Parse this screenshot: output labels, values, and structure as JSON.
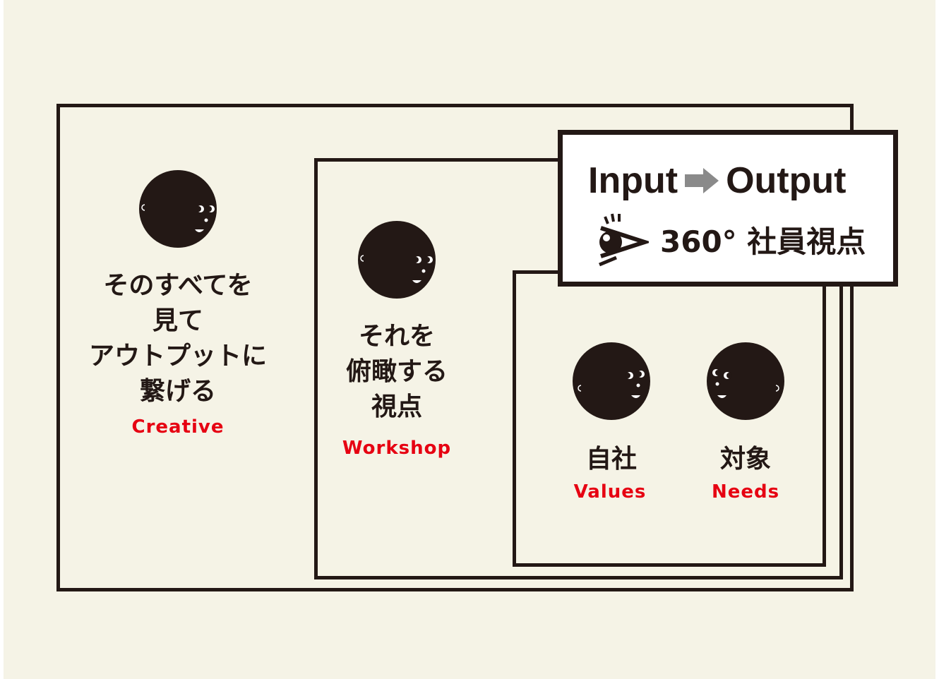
{
  "colors": {
    "background": "#f5f3e6",
    "line": "#231815",
    "accent": "#e60012",
    "box": "#ffffff"
  },
  "title_box": {
    "input": "Input",
    "arrow_icon": "right-arrow-icon",
    "output": "Output",
    "eye_icon": "eye-icon",
    "view_text": "360° 社員視点"
  },
  "creative": {
    "lines": [
      "そのすべてを",
      "見て",
      "アウトプットに",
      "繋げる"
    ],
    "label": "Creative"
  },
  "workshop": {
    "lines": [
      "それを",
      "俯瞰する",
      "視点"
    ],
    "label": "Workshop"
  },
  "values": {
    "jp": "自社",
    "label": "Values"
  },
  "needs": {
    "jp": "対象",
    "label": "Needs"
  }
}
